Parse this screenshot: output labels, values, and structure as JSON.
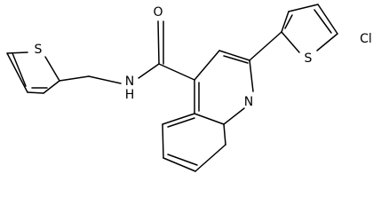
{
  "atom_labels": {
    "oxygen": "O",
    "amide_nitrogen": "N",
    "amide_hydrogen": "H",
    "quinoline_nitrogen": "N",
    "thiophene_sulfur_left": "S",
    "thiophene_sulfur_right": "S",
    "chlorine": "Cl"
  },
  "colors": {
    "background": "#ffffff",
    "bond": "#000000",
    "text": "#000000"
  }
}
